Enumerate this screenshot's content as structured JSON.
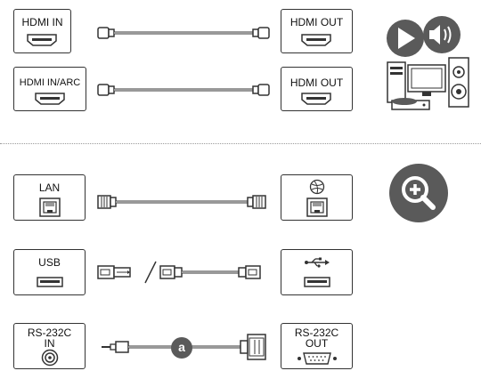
{
  "ports": {
    "hdmi_in": "HDMI IN",
    "hdmi_in_arc": "HDMI IN/ARC",
    "hdmi_out_1": "HDMI OUT",
    "hdmi_out_2": "HDMI OUT",
    "lan": "LAN",
    "usb": "USB",
    "rs232c_in_line1": "RS-232C",
    "rs232c_in_line2": "IN",
    "rs232c_out_line1": "RS-232C",
    "rs232c_out_line2": "OUT"
  },
  "callout": "a",
  "icons": [
    "hdmi-port-icon",
    "hdmi-cable-icon",
    "lan-port-icon",
    "network-globe-icon",
    "lan-cable-icon",
    "usb-port-icon",
    "usb-symbol-icon",
    "usb-cable-icon",
    "audio-jack-icon",
    "serial-port-icon",
    "stereo-cable-icon",
    "multimedia-devices-icon",
    "play-icon",
    "speaker-icon",
    "zoom-in-icon"
  ],
  "colors": {
    "stroke": "#333333",
    "icon_dark": "#5a5a5a",
    "divider": "#9a9a9a"
  }
}
